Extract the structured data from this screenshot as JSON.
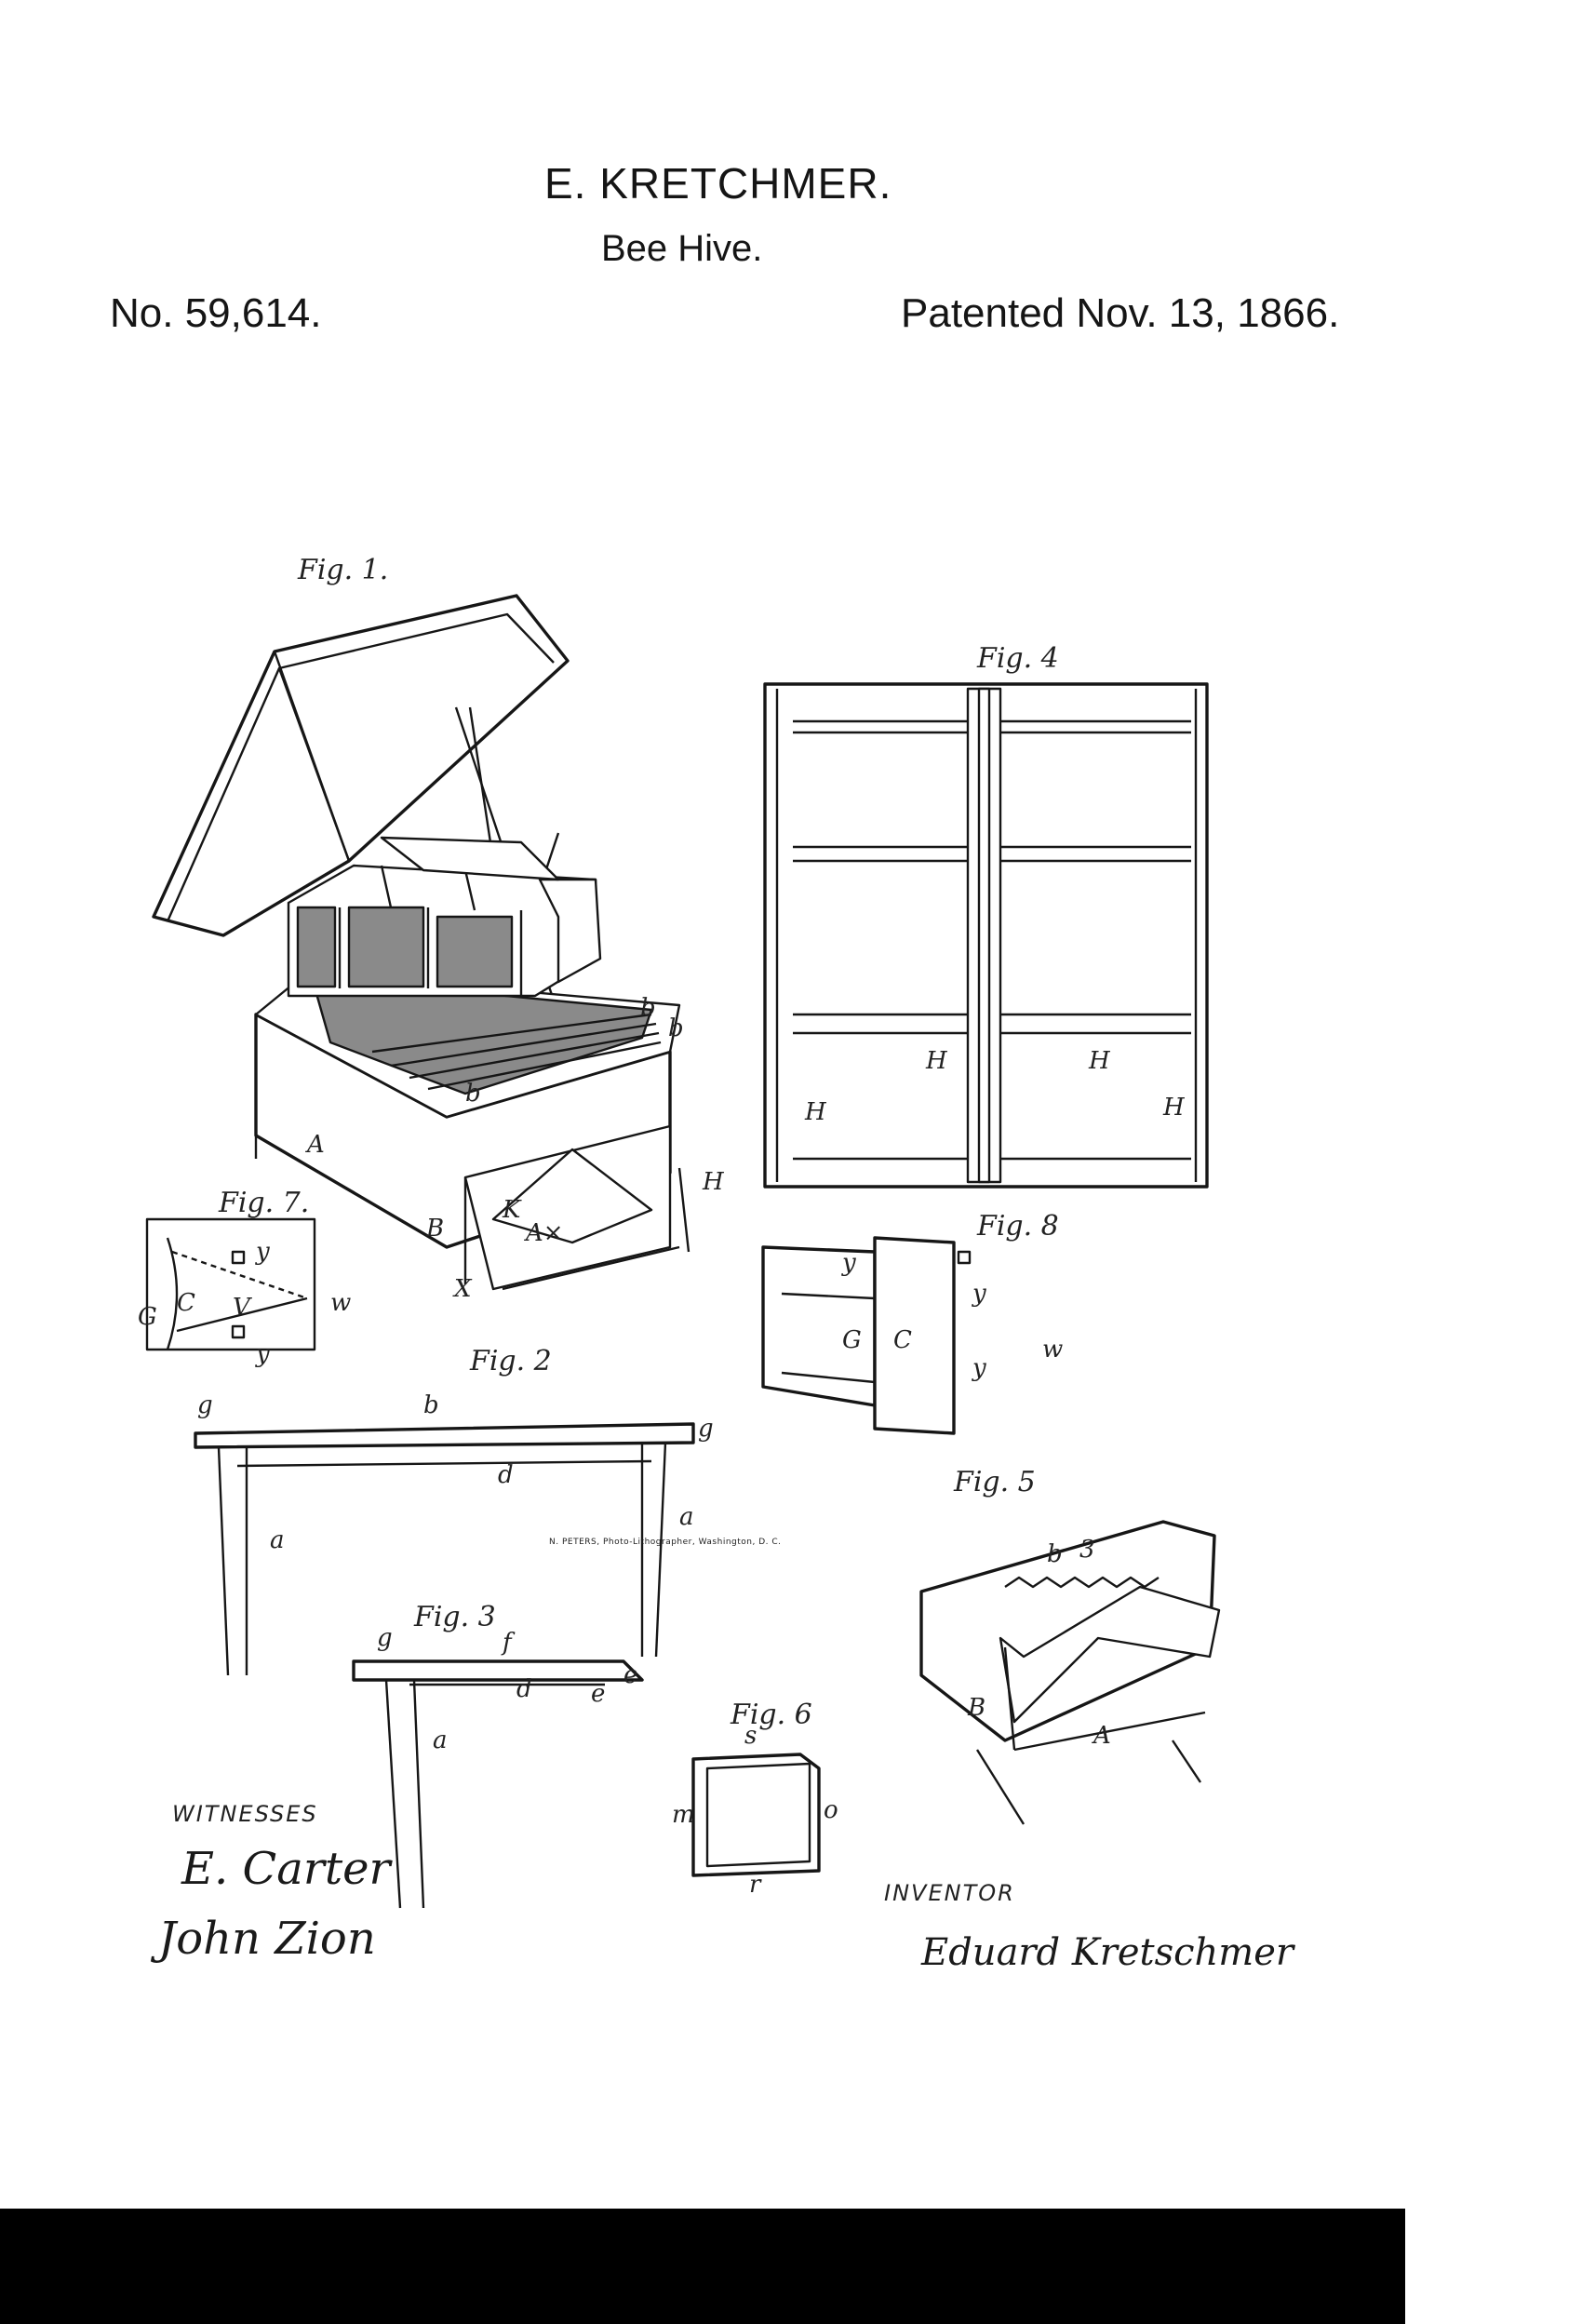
{
  "header": {
    "inventor": "E. KRETCHMER.",
    "title": "Bee Hive.",
    "number": "No. 59,614.",
    "date": "Patented Nov. 13, 1866."
  },
  "figures": {
    "fig1": "Fig. 1.",
    "fig2": "Fig. 2",
    "fig3": "Fig. 3",
    "fig4": "Fig. 4",
    "fig5": "Fig. 5",
    "fig6": "Fig. 6",
    "fig7": "Fig. 7.",
    "fig8": "Fig. 8"
  },
  "labels": {
    "fig1": [
      "b",
      "b",
      "b",
      "A",
      "B",
      "K",
      "A×",
      "H",
      "X"
    ],
    "fig2": [
      "g",
      "b",
      "g",
      "a",
      "d",
      "a"
    ],
    "fig3": [
      "g",
      "f",
      "d",
      "e",
      "e",
      "a"
    ],
    "fig4": [
      "H",
      "H",
      "H",
      "H"
    ],
    "fig5": [
      "b",
      "3",
      "B",
      "A"
    ],
    "fig6": [
      "s",
      "m",
      "o",
      "r"
    ],
    "fig7": [
      "G",
      "C",
      "y",
      "V",
      "w",
      "y"
    ],
    "fig8": [
      "y",
      "G",
      "C",
      "y",
      "y",
      "w"
    ]
  },
  "witnesses": {
    "heading": "WITNESSES",
    "signatures": [
      "E. Carter",
      "John Zion"
    ]
  },
  "inventor_block": {
    "heading": "INVENTOR",
    "signature": "Eduard Kretschmer"
  },
  "footer": {
    "lithographer": "N. PETERS, Photo-Lithographer, Washington, D. C."
  }
}
